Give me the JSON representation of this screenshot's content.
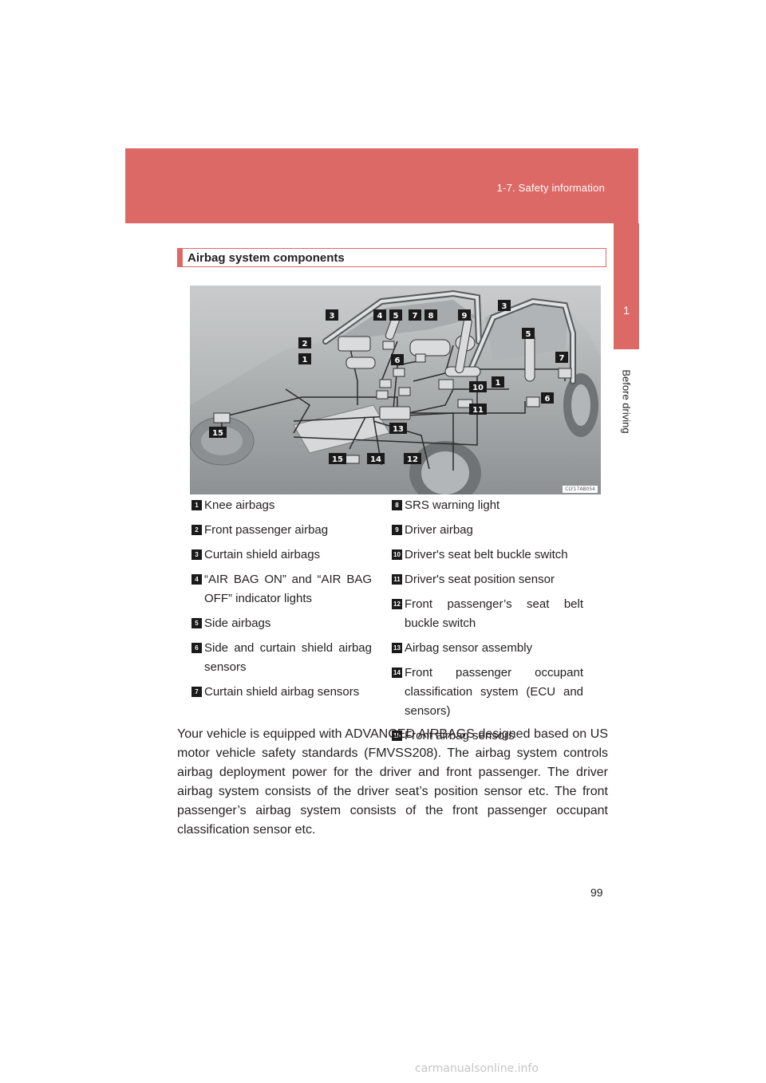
{
  "header": {
    "section_title": "1-7. Safety information"
  },
  "side_tab": {
    "chapter_number": "1",
    "chapter_label": "Before driving"
  },
  "section": {
    "heading": "Airbag system components"
  },
  "figure": {
    "code": "CLY17AB054",
    "callouts": [
      "1",
      "2",
      "3",
      "3",
      "4",
      "5",
      "5",
      "6",
      "6",
      "7",
      "7",
      "8",
      "9",
      "10",
      "1",
      "11",
      "12",
      "13",
      "14",
      "15",
      "15"
    ]
  },
  "legend": {
    "left": [
      {
        "num": "1",
        "label": "Knee airbags"
      },
      {
        "num": "2",
        "label": "Front passenger airbag"
      },
      {
        "num": "3",
        "label": "Curtain shield airbags"
      },
      {
        "num": "4",
        "label": "“AIR BAG ON” and “AIR BAG OFF” indicator lights"
      },
      {
        "num": "5",
        "label": "Side airbags"
      },
      {
        "num": "6",
        "label": "Side and curtain shield airbag sensors"
      },
      {
        "num": "7",
        "label": "Curtain shield airbag sensors"
      }
    ],
    "right": [
      {
        "num": "8",
        "label": "SRS warning light"
      },
      {
        "num": "9",
        "label": "Driver airbag"
      },
      {
        "num": "10",
        "label": "Driver's seat belt buckle switch"
      },
      {
        "num": "11",
        "label": "Driver's seat position sensor"
      },
      {
        "num": "12",
        "label": "Front passenger’s seat belt buckle switch"
      },
      {
        "num": "13",
        "label": "Airbag sensor assembly"
      },
      {
        "num": "14",
        "label": "Front passenger occupant classification system (ECU and sensors)"
      },
      {
        "num": "15",
        "label": "Front airbag sensors"
      }
    ]
  },
  "body_text": "Your vehicle is equipped with ADVANCED AIRBAGS designed based on US motor vehicle safety standards (FMVSS208). The airbag system controls airbag deployment power for the driver and front passenger. The driver airbag system consists of the driver seat’s position sensor etc. The front passenger’s airbag system consists of the front passenger occupant classification sensor etc.",
  "page_number": "99",
  "watermark": "carmanualsonline.info"
}
